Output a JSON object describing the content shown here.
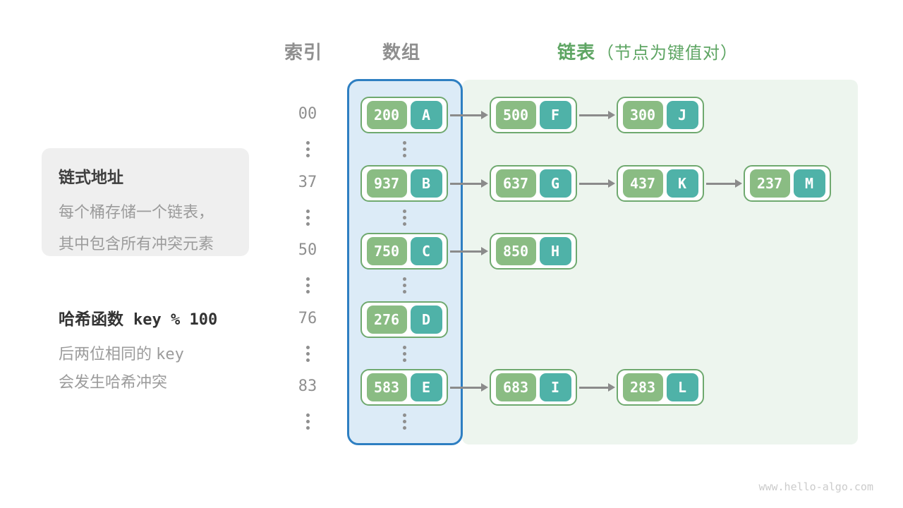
{
  "headers": {
    "index": "索引",
    "array": "数组",
    "list_title": "链表",
    "list_note": "（节点为键值对）"
  },
  "callout": {
    "title": "链式地址",
    "line1": "每个桶存储一个链表，",
    "line2": "其中包含所有冲突元素"
  },
  "hash_note": {
    "title_text": "哈希函数",
    "title_code": "key % 100",
    "line1_text": "后两位相同的",
    "line1_code": "key",
    "line2": "会发生哈希冲突"
  },
  "table": {
    "rows": [
      {
        "index": "00",
        "bucket": {
          "key": "200",
          "value": "A"
        },
        "chain": [
          {
            "key": "500",
            "value": "F"
          },
          {
            "key": "300",
            "value": "J"
          }
        ]
      },
      {
        "index": "37",
        "bucket": {
          "key": "937",
          "value": "B"
        },
        "chain": [
          {
            "key": "637",
            "value": "G"
          },
          {
            "key": "437",
            "value": "K"
          },
          {
            "key": "237",
            "value": "M"
          }
        ]
      },
      {
        "index": "50",
        "bucket": {
          "key": "750",
          "value": "C"
        },
        "chain": [
          {
            "key": "850",
            "value": "H"
          }
        ]
      },
      {
        "index": "76",
        "bucket": {
          "key": "276",
          "value": "D"
        },
        "chain": []
      },
      {
        "index": "83",
        "bucket": {
          "key": "583",
          "value": "E"
        },
        "chain": [
          {
            "key": "683",
            "value": "I"
          },
          {
            "key": "283",
            "value": "L"
          }
        ]
      }
    ]
  },
  "watermark": "www.hello-algo.com",
  "colors": {
    "key_bg": "#8abc83",
    "value_bg": "#4fb2a8",
    "node_border": "#6fa96f",
    "array_fill": "#dcebf7",
    "array_border": "#2e7fc2",
    "list_fill": "#edf5ee",
    "accent_green": "#5ea563",
    "arrow": "#8b8b8b"
  }
}
